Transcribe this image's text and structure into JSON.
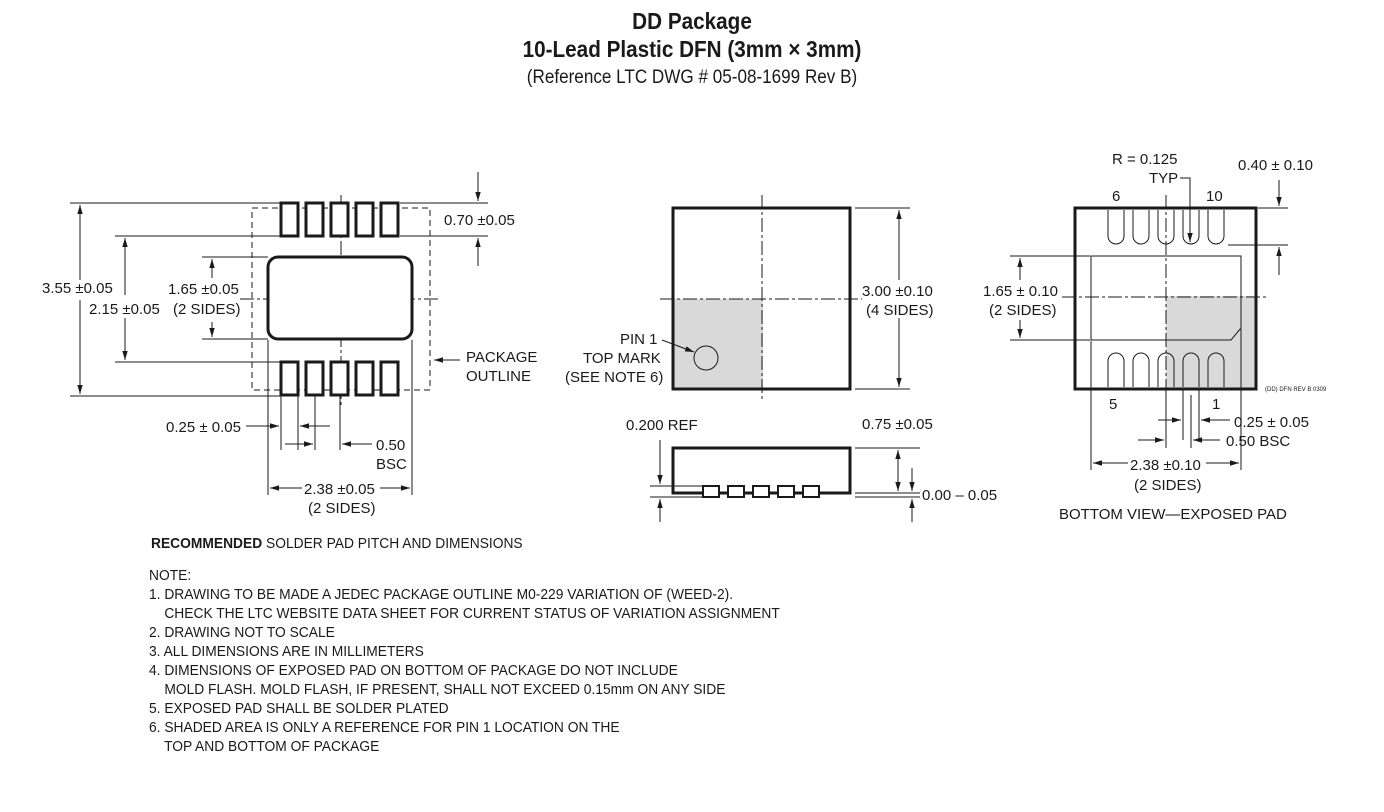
{
  "header": {
    "title": "DD Package",
    "subtitle": "10-Lead Plastic DFN (3mm × 3mm)",
    "reference": "(Reference LTC DWG # 05-08-1699 Rev B)"
  },
  "left_view": {
    "dim_total_height": "3.55 ±0.05",
    "dim_inner_height": "2.15 ±0.05",
    "dim_pad_height": "1.65 ±0.05",
    "dim_pad_height_note": "(2 SIDES)",
    "dim_lead_length": "0.70 ±0.05",
    "package_outline_1": "PACKAGE",
    "package_outline_2": "OUTLINE",
    "dim_lead_width": "0.25 ± 0.05",
    "dim_pitch": "0.50",
    "dim_pitch_note": "BSC",
    "dim_pad_width": "2.38 ±0.05",
    "dim_pad_width_note": "(2 SIDES)",
    "caption_bold": "RECOMMENDED",
    "caption_rest": " SOLDER PAD PITCH AND DIMENSIONS"
  },
  "top_view": {
    "pin1_1": "PIN 1",
    "pin1_2": "TOP MARK",
    "pin1_3": "(SEE NOTE 6)",
    "dim_body": "3.00 ±0.10",
    "dim_body_note": "(4 SIDES)"
  },
  "side_view": {
    "dim_ref": "0.200 REF",
    "dim_height": "0.75 ±0.05",
    "dim_standoff": "0.00 – 0.05"
  },
  "bottom_view": {
    "radius_1": "R = 0.125",
    "radius_2": "TYP",
    "dim_lead_len": "0.40 ± 0.10",
    "pin6": "6",
    "pin10": "10",
    "pin5": "5",
    "pin1": "1",
    "dim_pad_height": "1.65 ± 0.10",
    "dim_pad_height_note": "(2 SIDES)",
    "rev_tag": "(DD) DFN REV B 0309",
    "dim_lead_width": "0.25 ± 0.05",
    "dim_pitch": "0.50 BSC",
    "dim_pad_width": "2.38 ±0.10",
    "dim_pad_width_note": "(2 SIDES)",
    "caption": "BOTTOM VIEW—EXPOSED PAD"
  },
  "notes": {
    "heading": "NOTE:",
    "lines": [
      "1. DRAWING TO BE MADE A JEDEC PACKAGE OUTLINE M0-229 VARIATION OF (WEED-2).",
      "    CHECK THE LTC WEBSITE DATA SHEET FOR CURRENT STATUS OF VARIATION ASSIGNMENT",
      "2. DRAWING NOT TO SCALE",
      "3. ALL DIMENSIONS ARE IN MILLIMETERS",
      "4. DIMENSIONS OF EXPOSED PAD ON BOTTOM OF PACKAGE DO NOT INCLUDE",
      "    MOLD FLASH. MOLD FLASH, IF PRESENT, SHALL NOT EXCEED 0.15mm ON ANY SIDE",
      "5. EXPOSED PAD SHALL BE SOLDER PLATED",
      "6. SHADED AREA IS ONLY A REFERENCE FOR PIN 1 LOCATION ON THE",
      "    TOP AND BOTTOM OF PACKAGE"
    ]
  }
}
